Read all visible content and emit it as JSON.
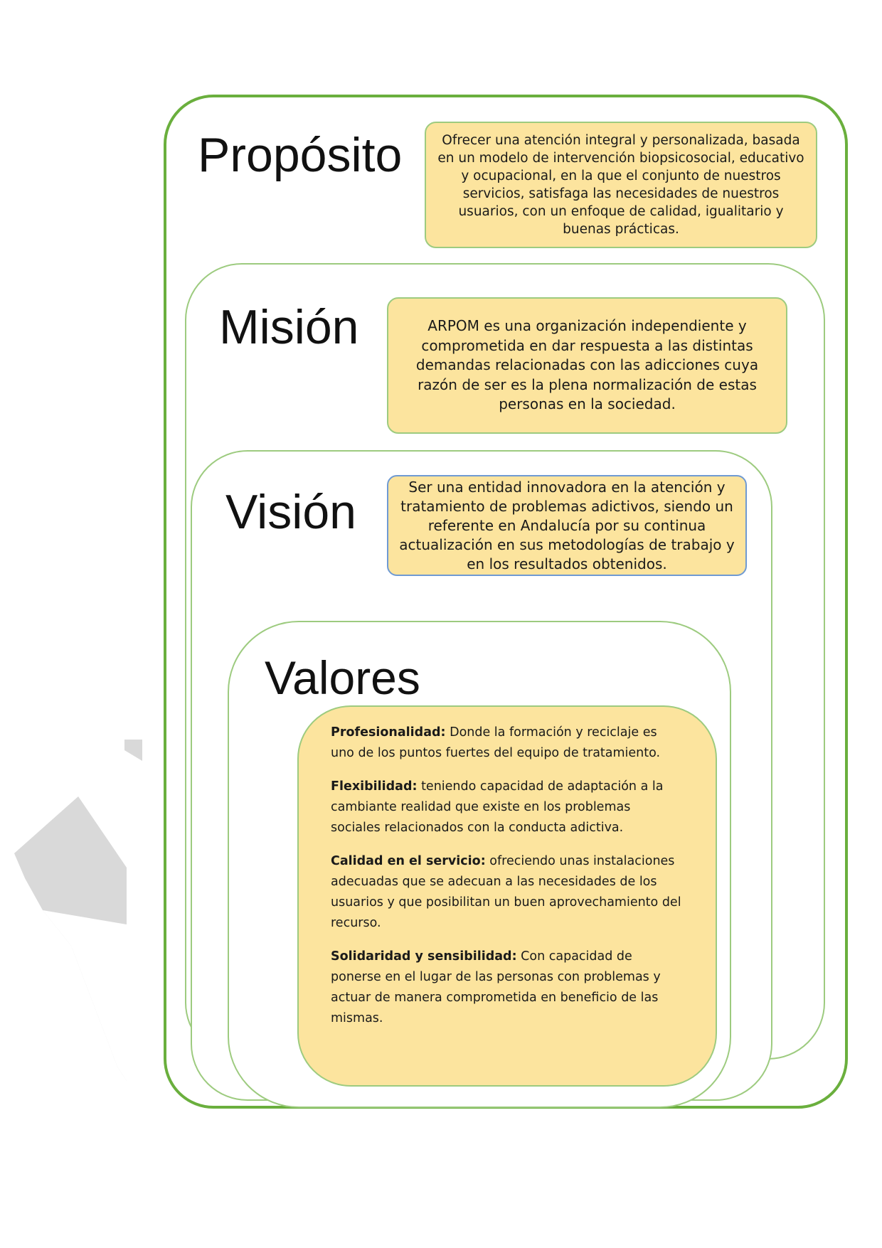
{
  "colors": {
    "outer_border": "#6aaf3d",
    "inner_border": "#9dcb7f",
    "box_fill": "#fce49e",
    "vision_box_border": "#6f9ad3",
    "watermark": "#d9d9d9"
  },
  "proposito": {
    "heading": "Propósito",
    "text": "Ofrecer una atención integral y personalizada, basada en un modelo de intervención biopsicosocial, educativo y ocupacional, en la que el conjunto de nuestros servicios, satisfaga las necesidades de nuestros usuarios, con un enfoque de calidad, igualitario y buenas prácticas."
  },
  "mision": {
    "heading": "Misión",
    "text": "ARPOM es una organización independiente y comprometida en dar respuesta a las distintas demandas relacionadas con las adicciones cuya razón de ser es la plena normalización de estas personas en la sociedad."
  },
  "vision": {
    "heading": "Visión",
    "text": "Ser una entidad innovadora en la atención y tratamiento de problemas adictivos, siendo un referente en Andalucía por su continua actualización en sus metodologías de trabajo y en los resultados obtenidos."
  },
  "valores": {
    "heading": "Valores",
    "items": [
      {
        "title": "Profesionalidad:",
        "text": " Donde la formación y reciclaje es uno de los puntos fuertes del equipo de tratamiento."
      },
      {
        "title": "Flexibilidad:",
        "text": " teniendo capacidad de adaptación a la cambiante realidad que existe en los problemas sociales relacionados con la conducta adictiva."
      },
      {
        "title": "Calidad en el servicio:",
        "text": " ofreciendo unas instalaciones adecuadas que se adecuan a las necesidades de los usuarios y que posibilitan un buen aprovechamiento del recurso."
      },
      {
        "title": "Solidaridad y sensibilidad:",
        "text": " Con capacidad de ponerse en el lugar de las personas con problemas y actuar de manera comprometida en beneficio de las mismas."
      }
    ]
  }
}
